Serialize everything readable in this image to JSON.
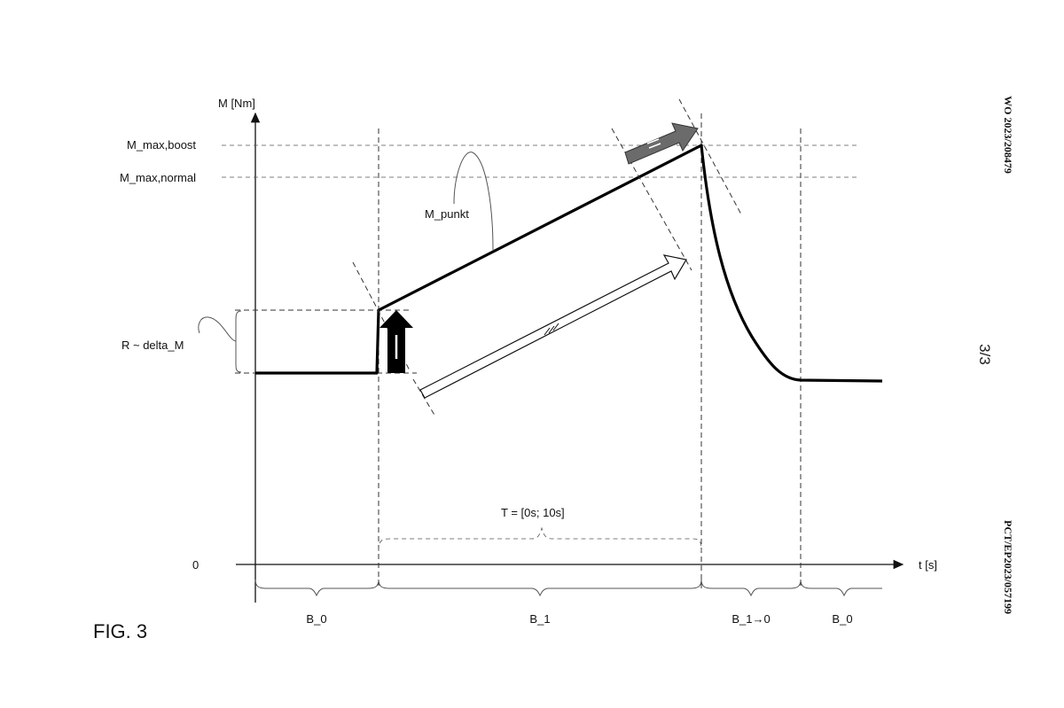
{
  "figure": {
    "label": "FIG. 3",
    "page_number": "3/3",
    "publication_number": "WO 2023/208479",
    "application_number": "PCT/EP2023/057199"
  },
  "axes": {
    "y_label": "M [Nm]",
    "x_label": "t [s]",
    "origin_label": "0"
  },
  "levels": {
    "max_boost": "M_max,boost",
    "max_normal": "M_max,normal"
  },
  "annotations": {
    "slope": "M_punkt",
    "step": "R ~ delta_M",
    "time_window": "T = [0s; 10s]"
  },
  "arrows": {
    "one": "I",
    "two": "II",
    "three": "III"
  },
  "phases": [
    "B_0",
    "B_1",
    "B_1→0",
    "B_0"
  ]
}
